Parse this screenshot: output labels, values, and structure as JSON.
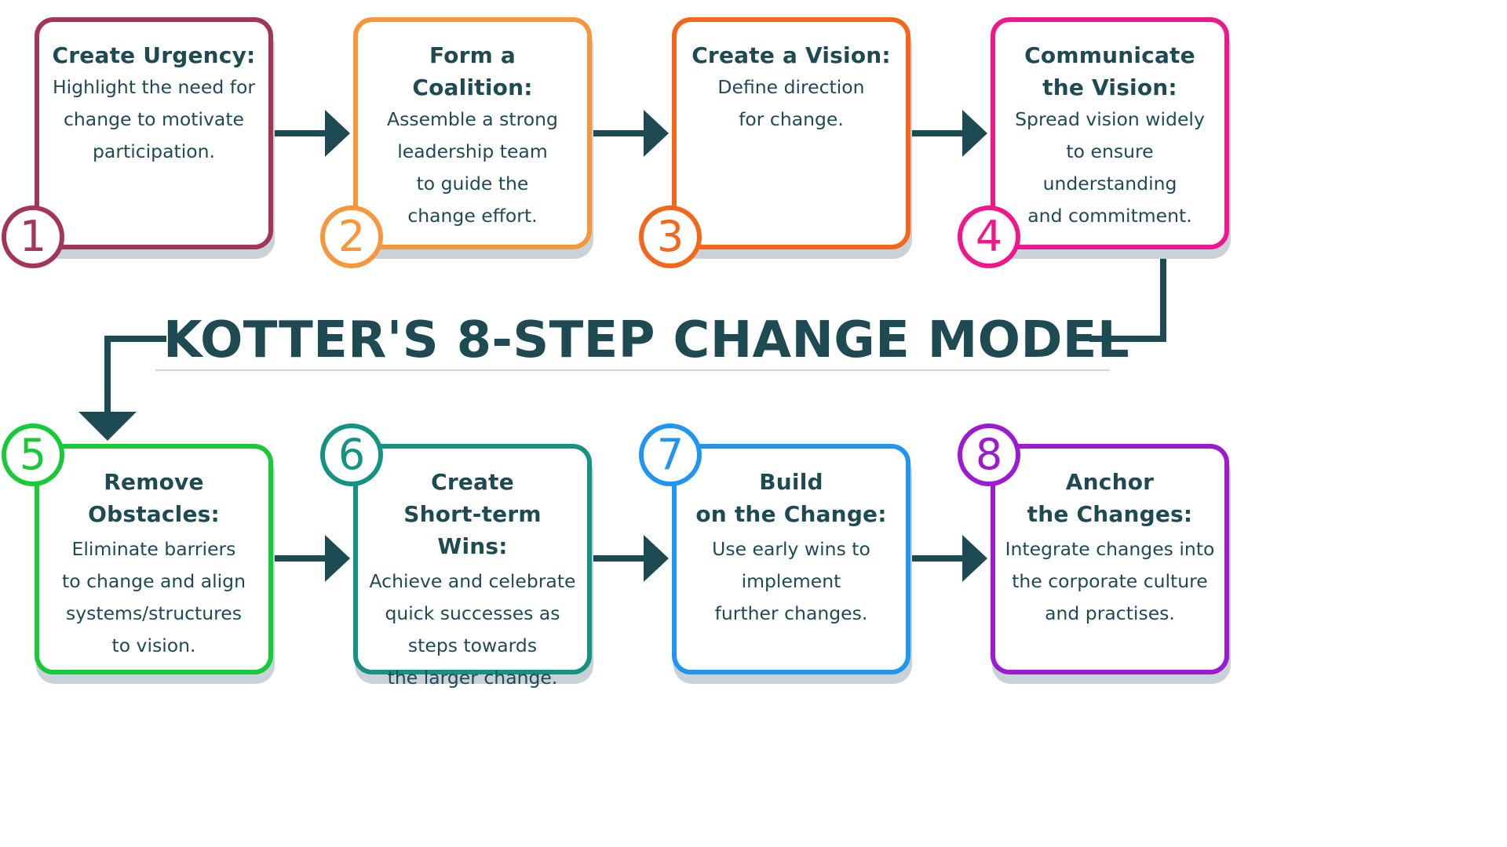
{
  "title": "KOTTER'S 8-STEP CHANGE MODEL",
  "colors": {
    "text": "#1e4a54",
    "connector": "#1e4a54",
    "step1": "#a33556",
    "step2": "#f7963a",
    "step3": "#f5661a",
    "step4": "#f0168c",
    "step5": "#19c93a",
    "step6": "#149384",
    "step7": "#2196f0",
    "step8": "#9c1bd0"
  },
  "steps": [
    {
      "number": "1",
      "title_lines": [
        "Create Urgency:"
      ],
      "desc_lines": [
        "Highlight the need for",
        "change to motivate",
        "participation."
      ]
    },
    {
      "number": "2",
      "title_lines": [
        "Form a Coalition:"
      ],
      "desc_lines": [
        "Assemble a strong",
        "leadership team",
        "to guide the",
        "change effort."
      ]
    },
    {
      "number": "3",
      "title_lines": [
        "Create a Vision:"
      ],
      "desc_lines": [
        "Define direction",
        "for change."
      ]
    },
    {
      "number": "4",
      "title_lines": [
        "Communicate",
        "the Vision:"
      ],
      "desc_lines": [
        "Spread vision widely",
        "to ensure",
        "understanding",
        "and commitment."
      ]
    },
    {
      "number": "5",
      "title_lines": [
        "Remove",
        "Obstacles:"
      ],
      "desc_lines": [
        "Eliminate barriers",
        "to change and align",
        "systems/structures",
        "to vision."
      ]
    },
    {
      "number": "6",
      "title_lines": [
        "Create",
        "Short-term Wins:"
      ],
      "desc_lines": [
        "Achieve and celebrate",
        "quick successes as",
        "steps towards",
        "the larger change."
      ]
    },
    {
      "number": "7",
      "title_lines": [
        "Build",
        "on the Change:"
      ],
      "desc_lines": [
        "Use early wins to",
        "implement",
        "further changes."
      ]
    },
    {
      "number": "8",
      "title_lines": [
        "Anchor",
        "the Changes:"
      ],
      "desc_lines": [
        "Integrate changes into",
        "the corporate culture",
        "and practises."
      ]
    }
  ]
}
